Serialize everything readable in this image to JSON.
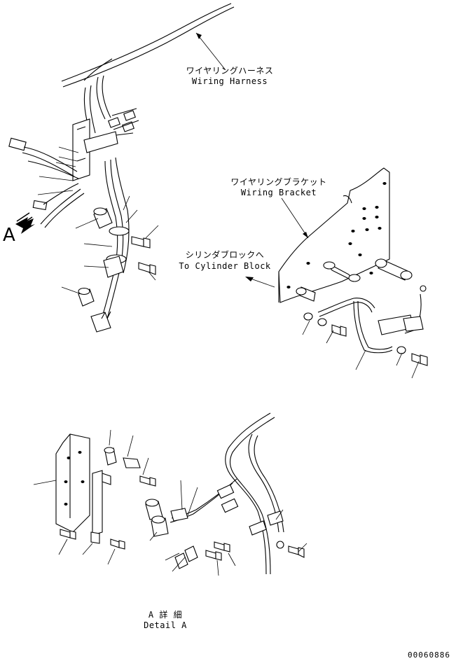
{
  "labels": {
    "wiring_harness_jp": "ワイヤリングハーネス",
    "wiring_harness_en": "Wiring Harness",
    "wiring_bracket_jp": "ワイヤリングブラケット",
    "wiring_bracket_en": "Wiring Bracket",
    "to_cylinder_block_jp": "シリンダブロックへ",
    "to_cylinder_block_en": "To Cylinder Block",
    "view_marker": "A",
    "detail_jp": "A 詳 細",
    "detail_en": "Detail A",
    "drawing_number": "00060886"
  }
}
